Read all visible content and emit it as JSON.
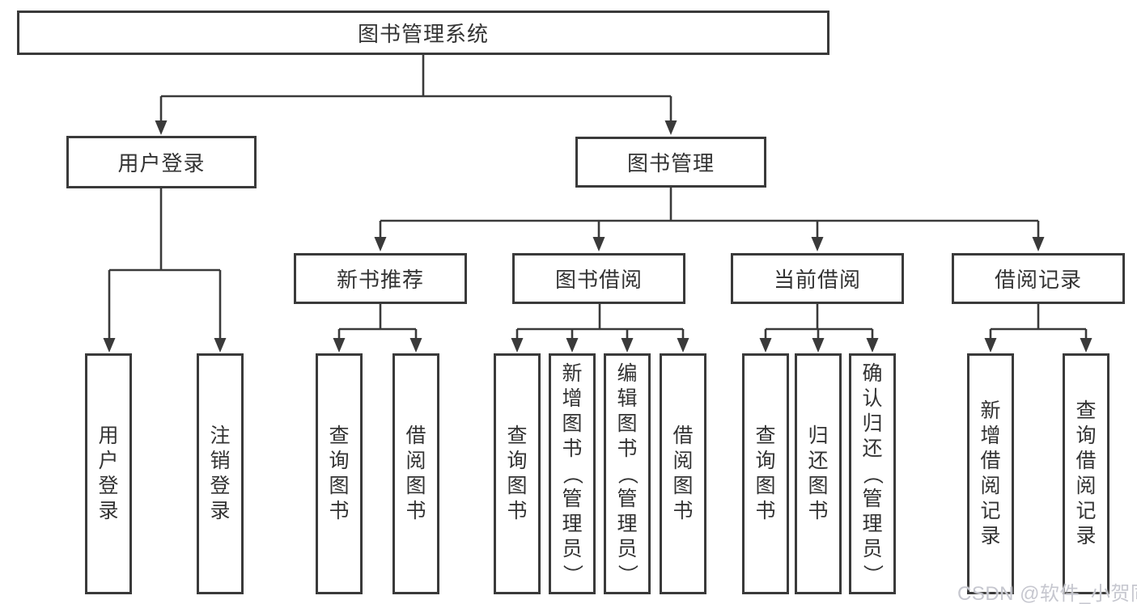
{
  "diagram": {
    "title": "图书管理系统",
    "branches": [
      {
        "label": "用户登录",
        "children": [
          "用户登录",
          "注销登录"
        ]
      },
      {
        "label": "图书管理",
        "sections": [
          {
            "label": "新书推荐",
            "children": [
              "查询图书",
              "借阅图书"
            ]
          },
          {
            "label": "图书借阅",
            "children": [
              "查询图书",
              "新增图书（管理员）",
              "编辑图书（管理员）",
              "借阅图书"
            ]
          },
          {
            "label": "当前借阅",
            "children": [
              "查询图书",
              "归还图书",
              "确认归还（管理员）"
            ]
          },
          {
            "label": "借阅记录",
            "children": [
              "新增借阅记录",
              "查询借阅记录"
            ]
          }
        ]
      }
    ]
  },
  "watermark": {
    "text": "CSDN @软件_小贺同学"
  },
  "colors": {
    "line": "#3a3a3a",
    "text": "#333333",
    "background": "#ffffff",
    "watermark": "#c6c7cf"
  }
}
